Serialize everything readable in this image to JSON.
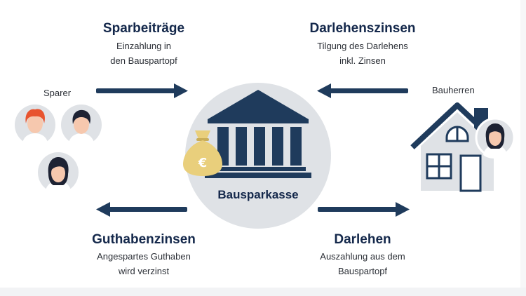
{
  "flows": {
    "top_left": {
      "title": "Sparbeiträge",
      "line1": "Einzahlung in",
      "line2": "den Bauspartopf"
    },
    "top_right": {
      "title": "Darlehenszinsen",
      "line1": "Tilgung des Darlehens",
      "line2": "inkl. Zinsen"
    },
    "bottom_left": {
      "title": "Guthabenzinsen",
      "line1": "Angespartes Guthaben",
      "line2": "wird verzinst"
    },
    "bottom_right": {
      "title": "Darlehen",
      "line1": "Auszahlung aus dem",
      "line2": "Bauspartopf"
    }
  },
  "actors": {
    "left_label": "Sparer",
    "right_label": "Bauherren",
    "center_label": "Bausparkasse"
  },
  "icons": {
    "bank": "bank-building-icon",
    "money_bag": "euro-money-bag-icon",
    "house": "house-icon",
    "person": "person-avatar-icon",
    "arrow": "arrow-icon"
  },
  "colors": {
    "navy": "#1f3b5c",
    "circle": "#dfe2e6",
    "gold": "#e9cf7c",
    "skin": "#f6c8ae",
    "hair_red": "#e8542f",
    "hair_dark": "#1d2233"
  }
}
